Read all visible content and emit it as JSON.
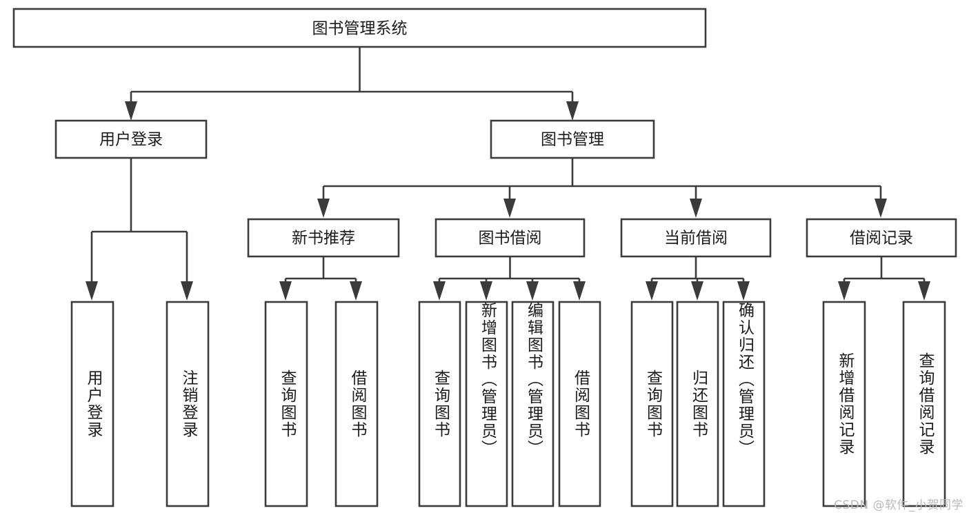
{
  "diagram": {
    "title": "图书管理系统",
    "type": "tree-hierarchy",
    "watermark": "CSDN @软件_小贺同学",
    "colors": {
      "stroke": "#3b3b3b",
      "fill": "#ffffff",
      "text": "#1b1b1b",
      "watermark": "#b9b9b9"
    },
    "root": {
      "id": "root",
      "label": "图书管理系统"
    },
    "level2": [
      {
        "id": "user-login",
        "label": "用户登录"
      },
      {
        "id": "book-manage",
        "label": "图书管理"
      }
    ],
    "level3": [
      {
        "id": "new-book-recommend",
        "label": "新书推荐",
        "parent": "book-manage"
      },
      {
        "id": "book-borrow",
        "label": "图书借阅",
        "parent": "book-manage"
      },
      {
        "id": "current-borrow",
        "label": "当前借阅",
        "parent": "book-manage"
      },
      {
        "id": "borrow-record",
        "label": "借阅记录",
        "parent": "book-manage"
      }
    ],
    "leaves": {
      "user-login": [
        {
          "id": "leaf-user-login",
          "label": "用户登录"
        },
        {
          "id": "leaf-logout-login",
          "label": "注销登录"
        }
      ],
      "new-book-recommend": [
        {
          "id": "leaf-query-book-1",
          "label": "查询图书"
        },
        {
          "id": "leaf-borrow-book-1",
          "label": "借阅图书"
        }
      ],
      "book-borrow": [
        {
          "id": "leaf-query-book-2",
          "label": "查询图书"
        },
        {
          "id": "leaf-add-book",
          "label": "新增图书（管理员）"
        },
        {
          "id": "leaf-edit-book",
          "label": "编辑图书（管理员）"
        },
        {
          "id": "leaf-borrow-book-2",
          "label": "借阅图书"
        }
      ],
      "current-borrow": [
        {
          "id": "leaf-query-book-3",
          "label": "查询图书"
        },
        {
          "id": "leaf-return-book",
          "label": "归还图书"
        },
        {
          "id": "leaf-confirm-return",
          "label": "确认归还（管理员）"
        }
      ],
      "borrow-record": [
        {
          "id": "leaf-add-record",
          "label": "新增借阅记录"
        },
        {
          "id": "leaf-query-record",
          "label": "查询借阅记录"
        }
      ]
    }
  }
}
